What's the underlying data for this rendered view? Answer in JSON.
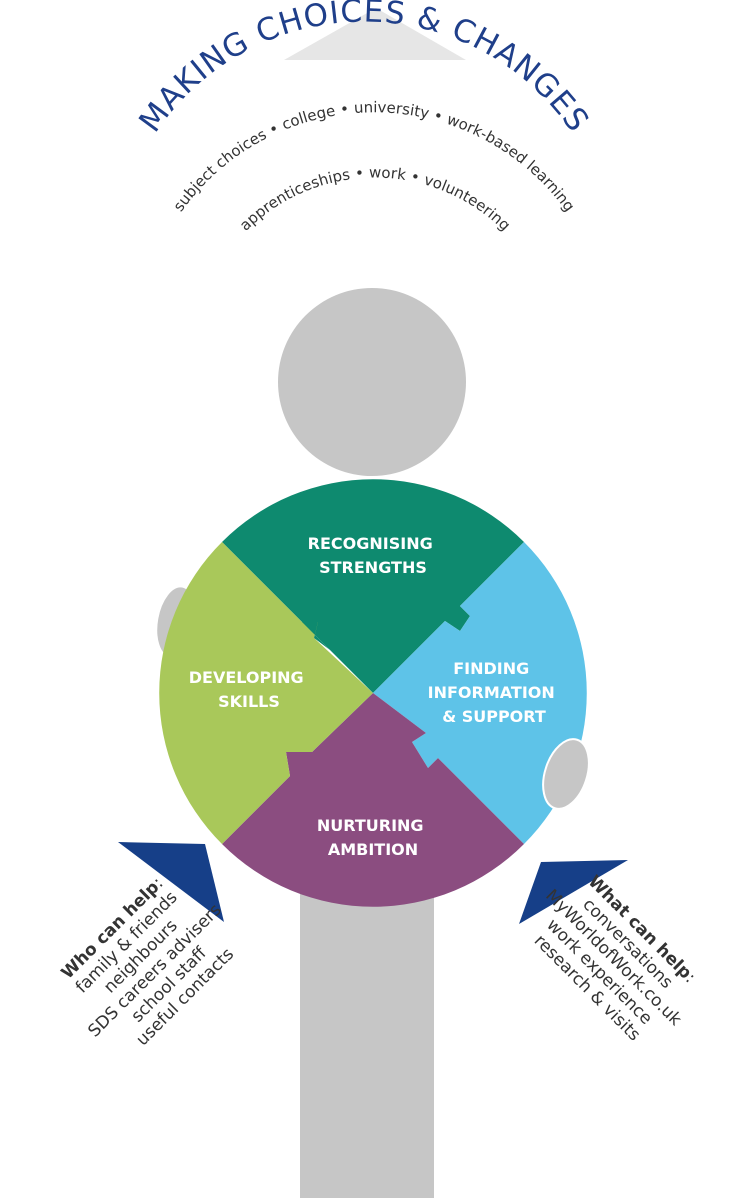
{
  "colors": {
    "body_grey": "#c6c6c6",
    "arrow_grey": "#e6e6e6",
    "green_dark": "#0e8a6f",
    "green_light": "#a9c85a",
    "blue_light": "#5ec3e8",
    "purple": "#8b4d80",
    "navy": "#163f88",
    "text_dark": "#333333",
    "title_blue": "#1f3f8a"
  },
  "header": {
    "title": "MAKING CHOICES & CHANGES",
    "line1": "subject choices • college • university • work-based learning",
    "line2": "apprenticeships • work • volunteering"
  },
  "quadrants": {
    "top": {
      "line1": "RECOGNISING",
      "line2": "STRENGTHS"
    },
    "left": {
      "line1": "DEVELOPING",
      "line2": "SKILLS"
    },
    "right": {
      "line1": "FINDING",
      "line2": "INFORMATION",
      "line3": "& SUPPORT"
    },
    "bottom": {
      "line1": "NURTURING",
      "line2": "AMBITION"
    }
  },
  "who_can_help": {
    "heading": "Who can help",
    "colon": ":",
    "items": [
      "family & friends",
      "neighbours",
      "SDS careers advisers",
      "school staff",
      "useful contacts"
    ]
  },
  "what_can_help": {
    "heading": "What can help",
    "colon": ":",
    "items": [
      "conversations",
      "MyWorldofWork.co.uk",
      "work experience",
      "research & visits"
    ]
  }
}
